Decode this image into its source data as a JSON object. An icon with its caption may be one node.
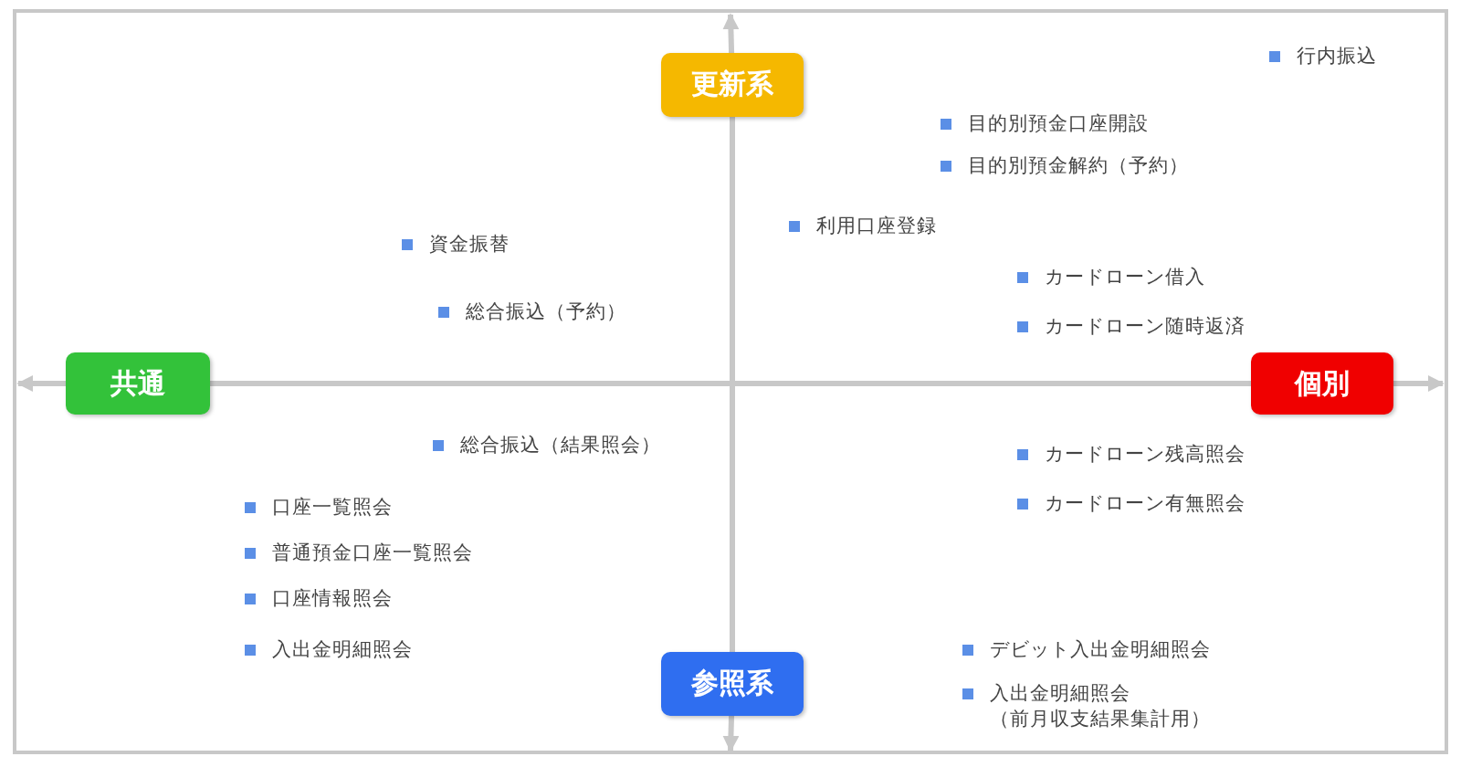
{
  "diagram": {
    "nodes": [
      {
        "text": [
          "更新系"
        ]
      },
      {
        "text": [
          "共通"
        ]
      },
      {
        "text": [
          "個別"
        ]
      },
      {
        "text": [
          "参照系"
        ]
      }
    ],
    "edges": [
      {
        "from": 0,
        "to": 3,
        "arrow": "none"
      },
      {
        "from": 0,
        "to": null,
        "arrow": "to"
      },
      {
        "from": 3,
        "to": null,
        "arrow": "to"
      },
      {
        "from": 1,
        "to": 2,
        "arrow": "none"
      },
      {
        "from": 1,
        "to": null,
        "arrow": "to"
      },
      {
        "from": 2,
        "to": null,
        "arrow": "to"
      }
    ],
    "labels": [
      "行内振込",
      "目的別預金口座開設",
      "目的別預金解約（予約）",
      "利用口座登録",
      "資金振替",
      "カードローン借入",
      "総合振込（予約）",
      "カードローン随時返済",
      "総合振込（結果照会）",
      "カードローン残高照会",
      "カードローン有無照会",
      "口座一覧照会",
      "普通預金口座一覧照会",
      "口座情報照会",
      "入出金明細照会",
      "デビット入出金明細照会",
      "入出金明細照会（前月収支結果集計用）"
    ]
  }
}
